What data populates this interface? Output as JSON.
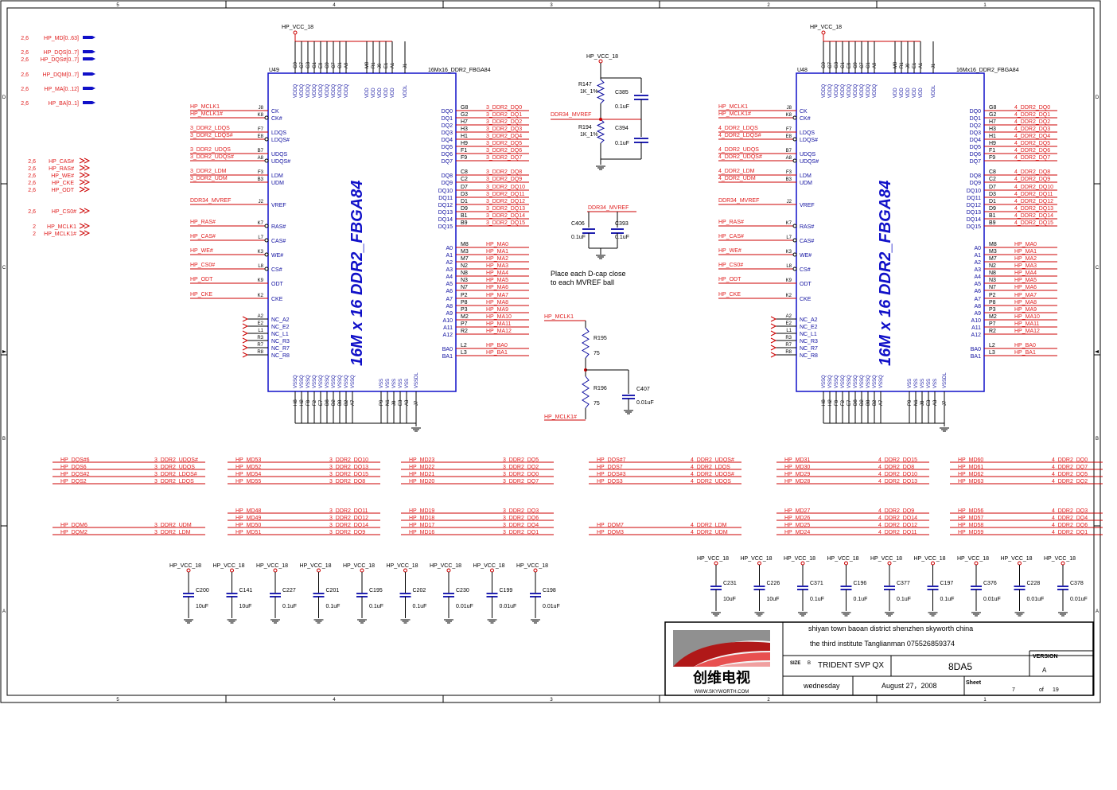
{
  "frame": {
    "col_labels": [
      "5",
      "4",
      "3",
      "2",
      "1"
    ],
    "row_labels": [
      "D",
      "C",
      "B",
      "A"
    ]
  },
  "left_ports": [
    {
      "nets": "2,6",
      "name": "HP_MD[0..63]"
    },
    {
      "nets": "2,6",
      "name": "HP_DQS[0..7]"
    },
    {
      "nets": "2,6",
      "name": "HP_DQS#[0..7]"
    },
    {
      "nets": "2,6",
      "name": "HP_DQM[0..7]"
    },
    {
      "nets": "2,6",
      "name": "HP_MA[0..12]"
    },
    {
      "nets": "2,6",
      "name": "HP_BA[0..1]"
    }
  ],
  "left_ctrl_ports": [
    {
      "nets": "2,6",
      "name": "HP_CAS#"
    },
    {
      "nets": "2,6",
      "name": "HP_RAS#"
    },
    {
      "nets": "2,6",
      "name": "HP_WE#"
    },
    {
      "nets": "2,6",
      "name": "HP_CKE"
    },
    {
      "nets": "2,6",
      "name": "HP_ODT"
    }
  ],
  "left_misc_ports": [
    {
      "nets": "2,6",
      "name": "HP_CS0#"
    },
    {
      "nets": "2",
      "name": "HP_MCLK1"
    },
    {
      "nets": "2",
      "name": "HP_MCLK1#"
    }
  ],
  "chips": [
    {
      "ref": "U49",
      "part": "16Mx16_DDR2_FBGA84",
      "body_text": "16M x 16 DDR2_FBGA84",
      "supply": "HP_VCC_18",
      "top_balls": [
        "G9",
        "G7",
        "G3",
        "G1",
        "E9",
        "C9",
        "C7",
        "C1",
        "A9",
        "M9",
        "R1",
        "J9",
        "E1",
        "A1",
        "J1"
      ],
      "top_pins": [
        "VDDQ",
        "VDDQ",
        "VDDQ",
        "VDDQ",
        "VDDQ",
        "VDDQ",
        "VDDQ",
        "VDDQ",
        "VDDQ",
        "VDD",
        "VDD",
        "VDD",
        "VDD",
        "VDD",
        "VDDL"
      ],
      "bot_balls": [
        "H8",
        "H2",
        "F8",
        "F2",
        "E7",
        "D8",
        "D2",
        "B8",
        "B2",
        "A7",
        "P9",
        "N1",
        "J8",
        "E3",
        "A3",
        "J7"
      ],
      "bot_pins": [
        "VSSQ",
        "VSSQ",
        "VSSQ",
        "VSSQ",
        "VSSQ",
        "VSSQ",
        "VSSQ",
        "VSSQ",
        "VSSQ",
        "VSSQ",
        "VSS",
        "VSS",
        "VSS",
        "VSS",
        "VSS",
        "VSSDL"
      ],
      "left_pins": [
        {
          "ball": "J8",
          "pin": "CK",
          "net": "HP_MCLK1"
        },
        {
          "ball": "K8",
          "pin": "CK#",
          "net": "HP_MCLK1#"
        },
        {
          "ball": "F7",
          "pin": "LDQS",
          "net": "3_DDR2_LDQS"
        },
        {
          "ball": "E8",
          "pin": "LDQS#",
          "net": "3_DDR2_LDQS#"
        },
        {
          "ball": "B7",
          "pin": "UDQS",
          "net": "3_DDR2_UDQS"
        },
        {
          "ball": "A8",
          "pin": "UDQS#",
          "net": "3_DDR2_UDQS#"
        },
        {
          "ball": "F3",
          "pin": "LDM",
          "net": "3_DDR2_LDM"
        },
        {
          "ball": "B3",
          "pin": "UDM",
          "net": "3_DDR2_UDM"
        },
        {
          "ball": "J2",
          "pin": "VREF",
          "net": "DDR34_MVREF"
        },
        {
          "ball": "K7",
          "pin": "RAS#",
          "net": "HP_RAS#"
        },
        {
          "ball": "L7",
          "pin": "CAS#",
          "net": "HP_CAS#"
        },
        {
          "ball": "K3",
          "pin": "WE#",
          "net": "HP_WE#"
        },
        {
          "ball": "L8",
          "pin": "CS#",
          "net": "HP_CS0#"
        },
        {
          "ball": "K9",
          "pin": "ODT",
          "net": "HP_ODT"
        },
        {
          "ball": "K2",
          "pin": "CKE",
          "net": "HP_CKE"
        },
        {
          "ball": "A2",
          "pin": "NC_A2",
          "net": ""
        },
        {
          "ball": "E2",
          "pin": "NC_E2",
          "net": ""
        },
        {
          "ball": "L1",
          "pin": "NC_L1",
          "net": ""
        },
        {
          "ball": "R3",
          "pin": "NC_R3",
          "net": ""
        },
        {
          "ball": "R7",
          "pin": "NC_R7",
          "net": ""
        },
        {
          "ball": "R8",
          "pin": "NC_R8",
          "net": ""
        }
      ],
      "right_pins": [
        {
          "ball": "G8",
          "pin": "DQ0",
          "net": "3_DDR2_DQ0"
        },
        {
          "ball": "G2",
          "pin": "DQ1",
          "net": "3_DDR2_DQ1"
        },
        {
          "ball": "H7",
          "pin": "DQ2",
          "net": "3_DDR2_DQ2"
        },
        {
          "ball": "H3",
          "pin": "DQ3",
          "net": "3_DDR2_DQ3"
        },
        {
          "ball": "H1",
          "pin": "DQ4",
          "net": "3_DDR2_DQ4"
        },
        {
          "ball": "H9",
          "pin": "DQ5",
          "net": "3_DDR2_DQ5"
        },
        {
          "ball": "F1",
          "pin": "DQ6",
          "net": "3_DDR2_DQ6"
        },
        {
          "ball": "F9",
          "pin": "DQ7",
          "net": "3_DDR2_DQ7"
        },
        {
          "ball": "C8",
          "pin": "DQ8",
          "net": "3_DDR2_DQ8"
        },
        {
          "ball": "C2",
          "pin": "DQ9",
          "net": "3_DDR2_DQ9"
        },
        {
          "ball": "D7",
          "pin": "DQ10",
          "net": "3_DDR2_DQ10"
        },
        {
          "ball": "D3",
          "pin": "DQ11",
          "net": "3_DDR2_DQ11"
        },
        {
          "ball": "D1",
          "pin": "DQ12",
          "net": "3_DDR2_DQ12"
        },
        {
          "ball": "D9",
          "pin": "DQ13",
          "net": "3_DDR2_DQ13"
        },
        {
          "ball": "B1",
          "pin": "DQ14",
          "net": "3_DDR2_DQ14"
        },
        {
          "ball": "B9",
          "pin": "DQ15",
          "net": "3_DDR2_DQ15"
        },
        {
          "ball": "M8",
          "pin": "A0",
          "net": "HP_MA0"
        },
        {
          "ball": "M3",
          "pin": "A1",
          "net": "HP_MA1"
        },
        {
          "ball": "M7",
          "pin": "A2",
          "net": "HP_MA2"
        },
        {
          "ball": "N2",
          "pin": "A3",
          "net": "HP_MA3"
        },
        {
          "ball": "N8",
          "pin": "A4",
          "net": "HP_MA4"
        },
        {
          "ball": "N3",
          "pin": "A5",
          "net": "HP_MA5"
        },
        {
          "ball": "N7",
          "pin": "A6",
          "net": "HP_MA6"
        },
        {
          "ball": "P2",
          "pin": "A7",
          "net": "HP_MA7"
        },
        {
          "ball": "P8",
          "pin": "A8",
          "net": "HP_MA8"
        },
        {
          "ball": "P3",
          "pin": "A9",
          "net": "HP_MA9"
        },
        {
          "ball": "M2",
          "pin": "A10",
          "net": "HP_MA10"
        },
        {
          "ball": "P7",
          "pin": "A11",
          "net": "HP_MA11"
        },
        {
          "ball": "R2",
          "pin": "A12",
          "net": "HP_MA12"
        },
        {
          "ball": "L2",
          "pin": "BA0",
          "net": "HP_BA0"
        },
        {
          "ball": "L3",
          "pin": "BA1",
          "net": "HP_BA1"
        }
      ]
    },
    {
      "ref": "U48",
      "part": "16Mx16_DDR2_FBGA84",
      "body_text": "16M x 16 DDR2_FBGA84",
      "supply": "HP_VCC_18",
      "top_balls": [
        "G9",
        "G7",
        "G3",
        "G1",
        "E9",
        "C9",
        "C7",
        "C1",
        "A9",
        "M9",
        "R1",
        "J9",
        "E1",
        "A1",
        "J1"
      ],
      "top_pins": [
        "VDDQ",
        "VDDQ",
        "VDDQ",
        "VDDQ",
        "VDDQ",
        "VDDQ",
        "VDDQ",
        "VDDQ",
        "VDDQ",
        "VDD",
        "VDD",
        "VDD",
        "VDD",
        "VDD",
        "VDDL"
      ],
      "bot_balls": [
        "H8",
        "H2",
        "F8",
        "F2",
        "E7",
        "D8",
        "D2",
        "B8",
        "B2",
        "A7",
        "P9",
        "N1",
        "J8",
        "E3",
        "A3",
        "J7"
      ],
      "bot_pins": [
        "VSSQ",
        "VSSQ",
        "VSSQ",
        "VSSQ",
        "VSSQ",
        "VSSQ",
        "VSSQ",
        "VSSQ",
        "VSSQ",
        "VSSQ",
        "VSS",
        "VSS",
        "VSS",
        "VSS",
        "VSS",
        "VSSDL"
      ],
      "left_pins": [
        {
          "ball": "J8",
          "pin": "CK",
          "net": "HP_MCLK1"
        },
        {
          "ball": "K8",
          "pin": "CK#",
          "net": "HP_MCLK1#"
        },
        {
          "ball": "F7",
          "pin": "LDQS",
          "net": "4_DDR2_LDQS"
        },
        {
          "ball": "E8",
          "pin": "LDQS#",
          "net": "4_DDR2_LDQS#"
        },
        {
          "ball": "B7",
          "pin": "UDQS",
          "net": "4_DDR2_UDQS"
        },
        {
          "ball": "A8",
          "pin": "UDQS#",
          "net": "4_DDR2_UDQS#"
        },
        {
          "ball": "F3",
          "pin": "LDM",
          "net": "4_DDR2_LDM"
        },
        {
          "ball": "B3",
          "pin": "UDM",
          "net": "4_DDR2_UDM"
        },
        {
          "ball": "J2",
          "pin": "VREF",
          "net": "DDR34_MVREF"
        },
        {
          "ball": "K7",
          "pin": "RAS#",
          "net": "HP_RAS#"
        },
        {
          "ball": "L7",
          "pin": "CAS#",
          "net": "HP_CAS#"
        },
        {
          "ball": "K3",
          "pin": "WE#",
          "net": "HP_WE#"
        },
        {
          "ball": "L8",
          "pin": "CS#",
          "net": "HP_CS0#"
        },
        {
          "ball": "K9",
          "pin": "ODT",
          "net": "HP_ODT"
        },
        {
          "ball": "K2",
          "pin": "CKE",
          "net": "HP_CKE"
        },
        {
          "ball": "A2",
          "pin": "NC_A2",
          "net": ""
        },
        {
          "ball": "E2",
          "pin": "NC_E2",
          "net": ""
        },
        {
          "ball": "L1",
          "pin": "NC_L1",
          "net": ""
        },
        {
          "ball": "R3",
          "pin": "NC_R3",
          "net": ""
        },
        {
          "ball": "R7",
          "pin": "NC_R7",
          "net": ""
        },
        {
          "ball": "R8",
          "pin": "NC_R8",
          "net": ""
        }
      ],
      "right_pins": [
        {
          "ball": "G8",
          "pin": "DQ0",
          "net": "4_DDR2_DQ0"
        },
        {
          "ball": "G2",
          "pin": "DQ1",
          "net": "4_DDR2_DQ1"
        },
        {
          "ball": "H7",
          "pin": "DQ2",
          "net": "4_DDR2_DQ2"
        },
        {
          "ball": "H3",
          "pin": "DQ3",
          "net": "4_DDR2_DQ3"
        },
        {
          "ball": "H1",
          "pin": "DQ4",
          "net": "4_DDR2_DQ4"
        },
        {
          "ball": "H9",
          "pin": "DQ5",
          "net": "4_DDR2_DQ5"
        },
        {
          "ball": "F1",
          "pin": "DQ6",
          "net": "4_DDR2_DQ6"
        },
        {
          "ball": "F9",
          "pin": "DQ7",
          "net": "4_DDR2_DQ7"
        },
        {
          "ball": "C8",
          "pin": "DQ8",
          "net": "4_DDR2_DQ8"
        },
        {
          "ball": "C2",
          "pin": "DQ9",
          "net": "4_DDR2_DQ9"
        },
        {
          "ball": "D7",
          "pin": "DQ10",
          "net": "4_DDR2_DQ10"
        },
        {
          "ball": "D3",
          "pin": "DQ11",
          "net": "4_DDR2_DQ11"
        },
        {
          "ball": "D1",
          "pin": "DQ12",
          "net": "4_DDR2_DQ12"
        },
        {
          "ball": "D9",
          "pin": "DQ13",
          "net": "4_DDR2_DQ13"
        },
        {
          "ball": "B1",
          "pin": "DQ14",
          "net": "4_DDR2_DQ14"
        },
        {
          "ball": "B9",
          "pin": "DQ15",
          "net": "4_DDR2_DQ15"
        },
        {
          "ball": "M8",
          "pin": "A0",
          "net": "HP_MA0"
        },
        {
          "ball": "M3",
          "pin": "A1",
          "net": "HP_MA1"
        },
        {
          "ball": "M7",
          "pin": "A2",
          "net": "HP_MA2"
        },
        {
          "ball": "N2",
          "pin": "A3",
          "net": "HP_MA3"
        },
        {
          "ball": "N8",
          "pin": "A4",
          "net": "HP_MA4"
        },
        {
          "ball": "N3",
          "pin": "A5",
          "net": "HP_MA5"
        },
        {
          "ball": "N7",
          "pin": "A6",
          "net": "HP_MA6"
        },
        {
          "ball": "P2",
          "pin": "A7",
          "net": "HP_MA7"
        },
        {
          "ball": "P8",
          "pin": "A8",
          "net": "HP_MA8"
        },
        {
          "ball": "P3",
          "pin": "A9",
          "net": "HP_MA9"
        },
        {
          "ball": "M2",
          "pin": "A10",
          "net": "HP_MA10"
        },
        {
          "ball": "P7",
          "pin": "A11",
          "net": "HP_MA11"
        },
        {
          "ball": "R2",
          "pin": "A12",
          "net": "HP_MA12"
        },
        {
          "ball": "L2",
          "pin": "BA0",
          "net": "HP_BA0"
        },
        {
          "ball": "L3",
          "pin": "BA1",
          "net": "HP_BA1"
        }
      ]
    }
  ],
  "vref_circuit": {
    "supply": "HP_VCC_18",
    "net": "DDR34_MVREF",
    "r147": {
      "ref": "R147",
      "value": "1K_1%"
    },
    "r194": {
      "ref": "R194",
      "value": "1K_1%"
    },
    "c385": {
      "ref": "C385",
      "value": "0.1uF"
    },
    "c394": {
      "ref": "C394",
      "value": "0.1uF"
    },
    "c406": {
      "ref": "C406",
      "value": "0.1uF"
    },
    "c393": {
      "ref": "C393",
      "value": "0.1uF"
    },
    "note_line1": "Place each D-cap close",
    "note_line2": "to each MVREF ball"
  },
  "term_circuit": {
    "net_top": "HP_MCLK1",
    "net_bot": "HP_MCLK1#",
    "r195": {
      "ref": "R195",
      "value": "75"
    },
    "r196": {
      "ref": "R196",
      "value": "75"
    },
    "c407": {
      "ref": "C407",
      "value": "0.01uF"
    }
  },
  "net_map_groups": [
    {
      "rows": [
        [
          "HP_DQS#6",
          "3_DDR2_UDQS#"
        ],
        [
          "HP_DQS6",
          "3_DDR2_UDQS"
        ],
        [
          "HP_DQS#2",
          "3_DDR2_LDQS#"
        ],
        [
          "HP_DQS2",
          "3_DDR2_LDQS"
        ]
      ]
    },
    {
      "rows": [
        [
          "HP_MD53",
          "3_DDR2_DQ10"
        ],
        [
          "HP_MD52",
          "3_DDR2_DQ13"
        ],
        [
          "HP_MD54",
          "3_DDR2_DQ15"
        ],
        [
          "HP_MD55",
          "3_DDR2_DQ8"
        ]
      ]
    },
    {
      "rows": [
        [
          "HP_MD23",
          "3_DDR2_DQ5"
        ],
        [
          "HP_MD22",
          "3_DDR2_DQ2"
        ],
        [
          "HP_MD21",
          "3_DDR2_DQ0"
        ],
        [
          "HP_MD20",
          "3_DDR2_DQ7"
        ]
      ]
    },
    {
      "rows": [
        [
          "HP_DQS#7",
          "4_DDR2_UDQS#"
        ],
        [
          "HP_DQS7",
          "4_DDR2_LDQS"
        ],
        [
          "HP_DQS#3",
          "4_DDR2_UDQS#"
        ],
        [
          "HP_DQS3",
          "4_DDR2_UDQS"
        ]
      ]
    },
    {
      "rows": [
        [
          "HP_MD31",
          "4_DDR2_DQ15"
        ],
        [
          "HP_MD30",
          "4_DDR2_DQ8"
        ],
        [
          "HP_MD29",
          "4_DDR2_DQ10"
        ],
        [
          "HP_MD28",
          "4_DDR2_DQ13"
        ]
      ]
    },
    {
      "rows": [
        [
          "HP_MD60",
          "4_DDR2_DQ0"
        ],
        [
          "HP_MD61",
          "4_DDR2_DQ7"
        ],
        [
          "HP_MD62",
          "4_DDR2_DQ5"
        ],
        [
          "HP_MD63",
          "4_DDR2_DQ2"
        ]
      ]
    },
    {
      "rows": [
        [
          "HP_DQM6",
          "3_DDR2_UDM"
        ],
        [
          "HP_DQM2",
          "3_DDR2_LDM"
        ]
      ]
    },
    {
      "rows": [
        [
          "HP_MD48",
          "3_DDR2_DQ11"
        ],
        [
          "HP_MD49",
          "3_DDR2_DQ12"
        ],
        [
          "HP_MD50",
          "3_DDR2_DQ14"
        ],
        [
          "HP_MD51",
          "3_DDR2_DQ9"
        ]
      ]
    },
    {
      "rows": [
        [
          "HP_MD19",
          "3_DDR2_DQ3"
        ],
        [
          "HP_MD18",
          "3_DDR2_DQ6"
        ],
        [
          "HP_MD17",
          "3_DDR2_DQ4"
        ],
        [
          "HP_MD16",
          "3_DDR2_DQ1"
        ]
      ]
    },
    {
      "rows": [
        [
          "HP_DQM7",
          "4_DDR2_LDM"
        ],
        [
          "HP_DQM3",
          "4_DDR2_UDM"
        ]
      ]
    },
    {
      "rows": [
        [
          "HP_MD27",
          "4_DDR2_DQ9"
        ],
        [
          "HP_MD26",
          "4_DDR2_DQ14"
        ],
        [
          "HP_MD25",
          "4_DDR2_DQ12"
        ],
        [
          "HP_MD24",
          "4_DDR2_DQ11"
        ]
      ]
    },
    {
      "rows": [
        [
          "HP_MD56",
          "4_DDR2_DQ3"
        ],
        [
          "HP_MD57",
          "4_DDR2_DQ4"
        ],
        [
          "HP_MD58",
          "4_DDR2_DQ6"
        ],
        [
          "HP_MD59",
          "4_DDR2_DQ1"
        ]
      ]
    }
  ],
  "decoupling_left": {
    "supply": "HP_VCC_18",
    "caps": [
      {
        "ref": "C200",
        "value": "10uF"
      },
      {
        "ref": "C141",
        "value": "10uF"
      },
      {
        "ref": "C227",
        "value": "0.1uF"
      },
      {
        "ref": "C201",
        "value": "0.1uF"
      },
      {
        "ref": "C195",
        "value": "0.1uF"
      },
      {
        "ref": "C202",
        "value": "0.1uF"
      },
      {
        "ref": "C230",
        "value": "0.01uF"
      },
      {
        "ref": "C199",
        "value": "0.01uF"
      },
      {
        "ref": "C198",
        "value": "0.01uF"
      }
    ]
  },
  "decoupling_right": {
    "supply": "HP_VCC_18",
    "caps": [
      {
        "ref": "C231",
        "value": "10uF"
      },
      {
        "ref": "C226",
        "value": "10uF"
      },
      {
        "ref": "C371",
        "value": "0.1uF"
      },
      {
        "ref": "C196",
        "value": "0.1uF"
      },
      {
        "ref": "C377",
        "value": "0.1uF"
      },
      {
        "ref": "C197",
        "value": "0.1uF"
      },
      {
        "ref": "C376",
        "value": "0.01uF"
      },
      {
        "ref": "C228",
        "value": "0.01uF"
      },
      {
        "ref": "C378",
        "value": "0.01uF"
      }
    ]
  },
  "title_block": {
    "address_line1": "shiyan  town baoan district   shenzhen    skyworth    china",
    "address_line2": "the  third  institute      Tanglianman     075526859374",
    "size_label": "SIZE",
    "size_value": "B",
    "title": "TRIDENT  SVP QX",
    "doc_number": "8DA5",
    "version_label": "VERSION",
    "version_value": "A",
    "day": "wednesday",
    "date": "August  27，2008",
    "sheet_label": "Sheet",
    "sheet_num": "7",
    "of_label": "of",
    "sheet_total": "19",
    "logo_text": "创维电视",
    "logo_url": "WWW.SKYWORTH.COM",
    "logo_colors": [
      "#b01818",
      "#e85050",
      "#f0a0a0",
      "#909090"
    ]
  }
}
